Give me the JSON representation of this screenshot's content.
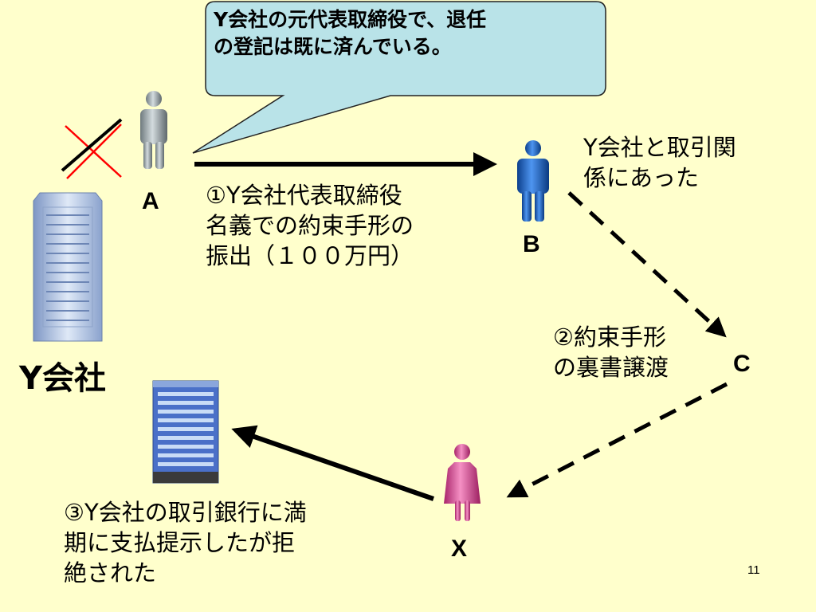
{
  "slide": {
    "callout": "Y会社の元代表取締役で、退任\nの登記は既に済んでいる。",
    "labels": {
      "a": "A",
      "b": "B",
      "c": "C",
      "x": "X",
      "company": "Y会社"
    },
    "relation_note": "Y会社と取引関\n係にあった",
    "steps": {
      "step1": "①Y会社代表取締役\n名義での約束手形の\n振出（１００万円）",
      "step2": "②約束手形\nの裏書譲渡",
      "step3": "③Y会社の取引銀行に満\n期に支払提示したが拒\n絶された"
    },
    "page_number": "11"
  },
  "colors": {
    "background": "#ffffcc",
    "callout_fill": "#b9e3e8",
    "cross": "#ff0000",
    "person_gray": "#9aa4a8",
    "person_blue": "#1e66c8",
    "person_pink": "#e8569a"
  }
}
